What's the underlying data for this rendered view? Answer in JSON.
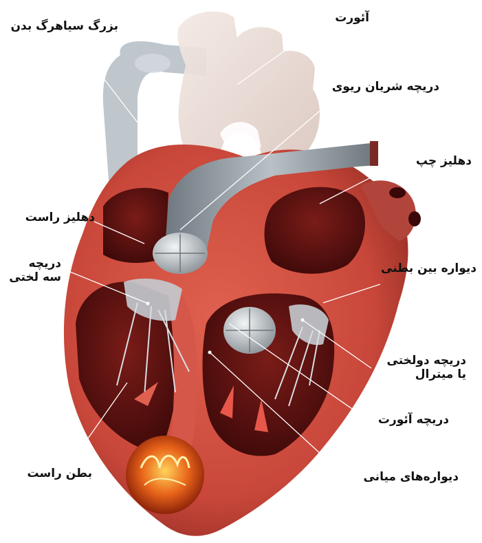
{
  "labels": {
    "superior_vena_cava": "بزرگ سیاهرگ بدن",
    "aorta": "آئورت",
    "pulmonary_valve": "دریچه شریان ریوی",
    "left_atrium": "دهلیز چپ",
    "right_atrium": "دهلیز راست",
    "tricuspid_valve": [
      "دریچه",
      "سه لختی"
    ],
    "interventricular_septum": "دیواره بین بطنی",
    "mitral_valve": [
      "دریچه دولختی",
      "یا میترال"
    ],
    "aortic_valve": "دریچه آئورت",
    "middle_walls": "دیواره‌های میانی",
    "right_ventricle": "بطن راست"
  },
  "colors": {
    "myocardium": "#c8473a",
    "chamber_dark": "#4a0c0c",
    "vessel_gray": "#8c959c",
    "aorta_pale": "#e7d8d2",
    "apex_fire": "#e8641a"
  }
}
